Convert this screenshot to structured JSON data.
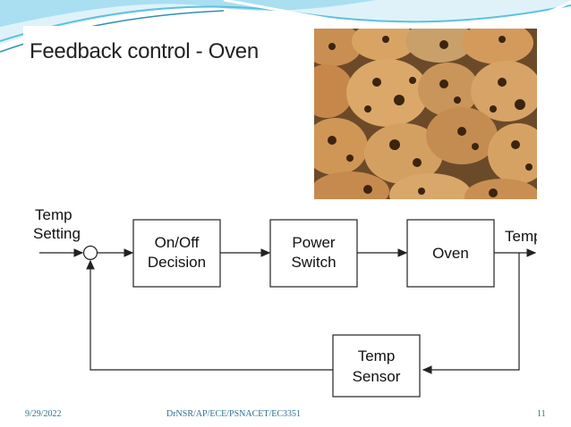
{
  "slide": {
    "title": "Feedback control - Oven",
    "image": {
      "icon": "cookies-photo"
    },
    "colors": {
      "accent": "#2e8fb8",
      "light_accent": "#7fd0ea",
      "footer_text": "#2e6f8e"
    }
  },
  "diagram": {
    "input_label_line1": "Temp",
    "input_label_line2": "Setting",
    "output_label": "Temp",
    "blocks": [
      {
        "line1": "On/Off",
        "line2": "Decision"
      },
      {
        "line1": "Power",
        "line2": "Switch"
      },
      {
        "line1": "Oven",
        "line2": ""
      },
      {
        "line1": "Temp",
        "line2": "Sensor"
      }
    ]
  },
  "footer": {
    "date": "9/29/2022",
    "author": "DrNSR/AP/ECE/PSNACET/EC3351",
    "page": "11"
  }
}
